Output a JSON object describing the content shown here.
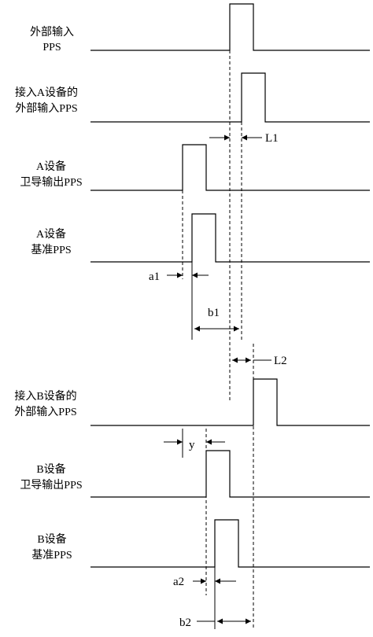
{
  "signals": [
    {
      "id": "ext-pps",
      "label_lines": [
        "外部输入",
        "PPS"
      ]
    },
    {
      "id": "a-ext-pps",
      "label_lines": [
        "接入A设备的",
        "外部输入PPS"
      ]
    },
    {
      "id": "a-sat-pps",
      "label_lines": [
        "A设备",
        "卫导输出PPS"
      ]
    },
    {
      "id": "a-ref-pps",
      "label_lines": [
        "A设备",
        "基准PPS"
      ]
    },
    {
      "id": "b-ext-pps",
      "label_lines": [
        "接入B设备的",
        "外部输入PPS"
      ]
    },
    {
      "id": "b-sat-pps",
      "label_lines": [
        "B设备",
        "卫导输出PPS"
      ]
    },
    {
      "id": "b-ref-pps",
      "label_lines": [
        "B设备",
        "基准PPS"
      ]
    }
  ],
  "intervals": {
    "L1": "L1",
    "a1": "a1",
    "b1": "b1",
    "L2": "L2",
    "y": "y",
    "a2": "a2",
    "b2": "b2"
  },
  "colors": {
    "stroke": "#000000",
    "background": "#ffffff"
  }
}
